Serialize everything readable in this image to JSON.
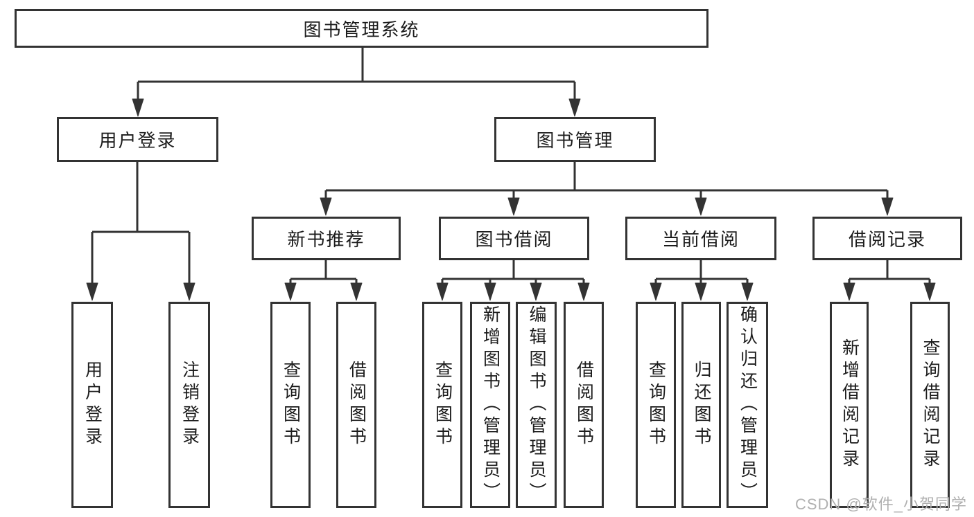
{
  "tree": {
    "label": "图书管理系统",
    "children": [
      {
        "label": "用户登录",
        "children": [
          {
            "label": "用户登录"
          },
          {
            "label": "注销登录"
          }
        ]
      },
      {
        "label": "图书管理",
        "children": [
          {
            "label": "新书推荐",
            "children": [
              {
                "label": "查询图书"
              },
              {
                "label": "借阅图书"
              }
            ]
          },
          {
            "label": "图书借阅",
            "children": [
              {
                "label": "查询图书"
              },
              {
                "label": "新增图书（管理员）"
              },
              {
                "label": "编辑图书（管理员）"
              },
              {
                "label": "借阅图书"
              }
            ]
          },
          {
            "label": "当前借阅",
            "children": [
              {
                "label": "查询图书"
              },
              {
                "label": "归还图书"
              },
              {
                "label": "确认归还（管理员）"
              }
            ]
          },
          {
            "label": "借阅记录",
            "children": [
              {
                "label": "新增借阅记录"
              },
              {
                "label": "查询借阅记录"
              }
            ]
          }
        ]
      }
    ]
  },
  "watermark": "CSDN @软件_小贺同学",
  "colors": {
    "line": "#333333",
    "text": "#1c1c1c",
    "watermark": "#b0b0b0",
    "background": "#ffffff"
  }
}
